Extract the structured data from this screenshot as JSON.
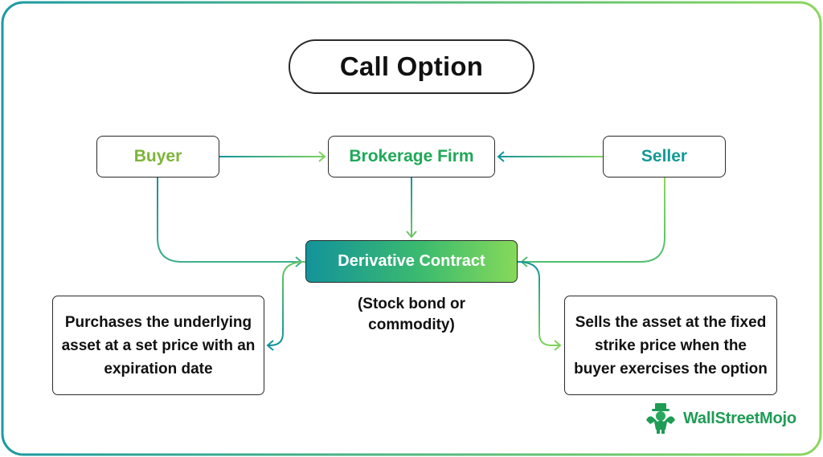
{
  "title": "Call Option",
  "nodes": {
    "buyer": "Buyer",
    "broker": "Brokerage Firm",
    "seller": "Seller",
    "contract": "Derivative Contract"
  },
  "contract_note": "(Stock bond or commodity)",
  "descriptions": {
    "buyer": "Purchases the underlying asset at a set price with an expiration date",
    "seller": "Sells the asset at the fixed strike price when the buyer exercises the option"
  },
  "logo": {
    "text": "WallStreetMojo",
    "icon": "wallstreetmojo-mascot-icon"
  },
  "colors": {
    "buyer_label": "#7db43a",
    "broker_label": "#1fa858",
    "seller_label": "#129a94",
    "teal": "#13939a",
    "green": "#7fd35f",
    "frame_start": "#1a9aa2",
    "frame_end": "#8bd65e"
  }
}
